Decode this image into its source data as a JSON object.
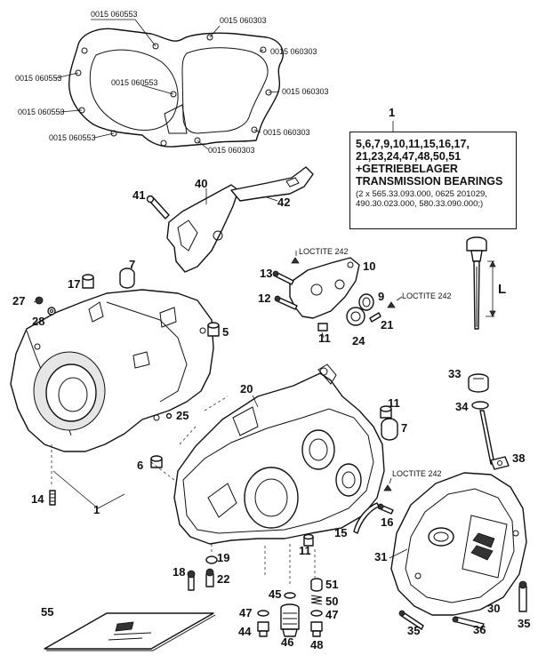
{
  "gasket_refs": {
    "ref_a": "0015 060553",
    "ref_b": "0015 060303",
    "ref_c": "0015 060553",
    "ref_d": "0015 060553",
    "ref_e": "0015 060553",
    "ref_f": "0015 060303",
    "ref_g": "0015 060303",
    "ref_h": "0015 060553",
    "ref_i": "0015 060303",
    "ref_j": "0015 060303"
  },
  "kit": {
    "callout": "1",
    "numbers_line1": "5,6,7,9,10,11,15,16,17,",
    "numbers_line2": "21,23,24,47,48,50,51",
    "line3": "+GETRIEBELAGER",
    "line4": "TRANSMISSION BEARINGS",
    "small_line1": "(2 x 565.33.093.000, 0625 201029,",
    "small_line2": "490.30.023.000, 580.33.090.000;)"
  },
  "loctite": {
    "upper": "LOCTITE 242",
    "mid": "LOCTITE 242",
    "lower": "LOCTITE 242"
  },
  "dimension_label": "L",
  "callouts": {
    "c40": "40",
    "c41": "41",
    "c42": "42",
    "c7a": "7",
    "c17": "17",
    "c27": "27",
    "c28": "28",
    "c5": "5",
    "c13": "13",
    "c10": "10",
    "c12": "12",
    "c9": "9",
    "c11a": "11",
    "c24": "24",
    "c21": "21",
    "c25": "25",
    "c20": "20",
    "c11b": "11",
    "c7b": "7",
    "c6": "6",
    "c14": "14",
    "c1": "1",
    "c33": "33",
    "c34": "34",
    "c38": "38",
    "c15": "15",
    "c16": "16",
    "c31": "31",
    "c11c": "11",
    "c18": "18",
    "c19": "19",
    "c22": "22",
    "c45": "45",
    "c51": "51",
    "c50": "50",
    "c47a": "47",
    "c47b": "47",
    "c44": "44",
    "c46": "46",
    "c48": "48",
    "c30": "30",
    "c35a": "35",
    "c35b": "35",
    "c36": "36",
    "c55": "55"
  }
}
